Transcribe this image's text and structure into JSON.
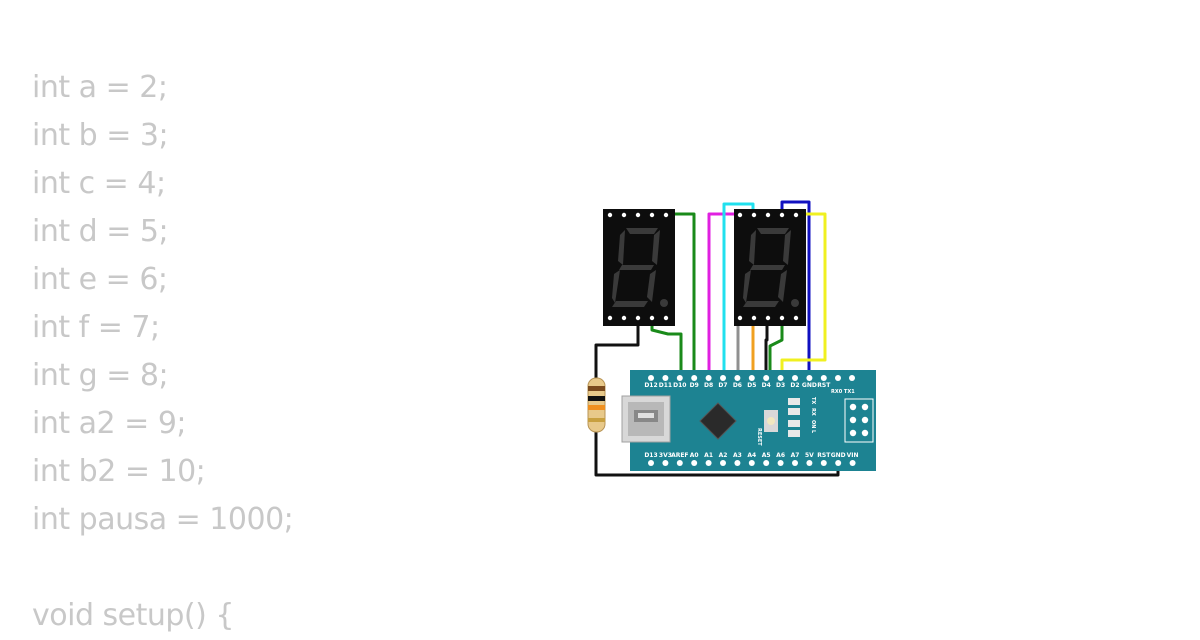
{
  "code_lines": [
    "int a = 2;",
    "int b = 3;",
    "int c = 4;",
    "int d = 5;",
    "int e = 6;",
    "int f = 7;",
    "int g = 8;",
    "int a2 = 9;",
    "int b2 = 10;",
    "int pausa = 1000;",
    "",
    "void setup() {"
  ],
  "board": {
    "top_pins": [
      "D12",
      "D11",
      "D10",
      "D9",
      "D8",
      "D7",
      "D6",
      "D5",
      "D4",
      "D3",
      "D2",
      "GND",
      "RST"
    ],
    "bottom_pins": [
      "D13",
      "3V3",
      "AREF",
      "A0",
      "A1",
      "A2",
      "A3",
      "A4",
      "A5",
      "A6",
      "A7",
      "5V",
      "RST",
      "GND",
      "VIN"
    ],
    "header_right": "RX0 TX1",
    "reset_label": "RESET",
    "led_labels": [
      "TX",
      "RX",
      "ON",
      "L"
    ]
  },
  "colors": {
    "board": "#1d8392",
    "display": "#0d0d0d",
    "segment": "#3a3a3a",
    "wire_green": "#1a8a1a",
    "wire_magenta": "#e020e0",
    "wire_cyan": "#20e0ee",
    "wire_gray": "#909090",
    "wire_orange": "#f0a020",
    "wire_blue": "#1010c0",
    "wire_yellow": "#f0f020",
    "wire_black": "#111111"
  }
}
